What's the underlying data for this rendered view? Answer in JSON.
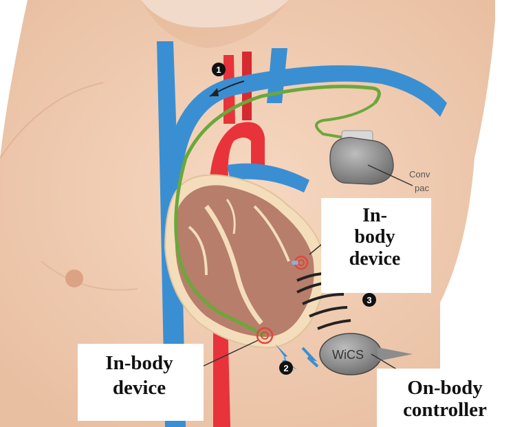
{
  "labels": {
    "inbody_top_1": "In-",
    "inbody_top_2": "body",
    "inbody_top_3": "device",
    "inbody_bottom_1": "In-body",
    "inbody_bottom_2": "device",
    "onbody_1": "On-body",
    "onbody_2": "controller"
  },
  "steps": [
    "1",
    "2",
    "3"
  ],
  "controller_text": "WiCS",
  "cut_text_1": "Conv",
  "cut_text_2": "pac",
  "colors": {
    "skin": "#f0cbb0",
    "vein": "#3a8fd3",
    "artery": "#e8333a",
    "lead": "#7cc24a",
    "heart": "#b77e6b",
    "heart_outline": "#f4ddbb",
    "device": "#8c8c8c"
  }
}
